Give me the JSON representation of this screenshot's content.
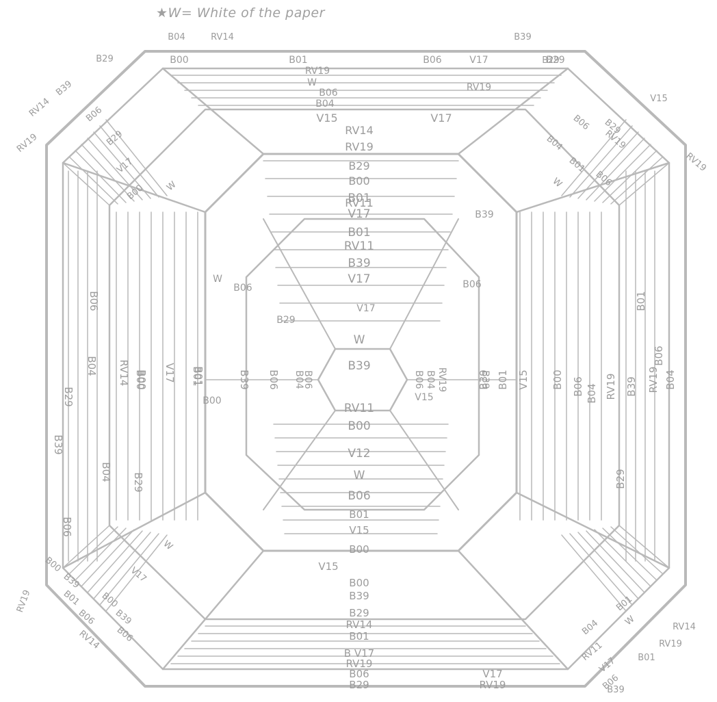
{
  "note": "★W= White of the paper",
  "labels": {
    "table_center": [
      "B01",
      "V17",
      "B01",
      "RV11",
      "B39",
      "V17",
      "W",
      "B39"
    ],
    "crown_top": [
      "B29",
      "B00",
      "RV11",
      "V15",
      "V17",
      "RV14",
      "RV19"
    ],
    "culet": [
      "RV11",
      "B00",
      "V12",
      "W",
      "B06"
    ],
    "bottom_facets": [
      "B01",
      "V15",
      "B00",
      "V15",
      "B00",
      "B39",
      "B29",
      "RV14",
      "B01",
      "B V17",
      "RV19",
      "B06",
      "B29",
      "V17",
      "RV19"
    ],
    "left_facets": [
      "B39",
      "B06",
      "B01",
      "B00",
      "B04",
      "RV14",
      "B00",
      "V17",
      "B01",
      "B39",
      "B06",
      "B04",
      "B29",
      "B06",
      "B29"
    ],
    "right_facets": [
      "B39",
      "B01",
      "V15",
      "B00",
      "B06",
      "B04",
      "RV19",
      "B39",
      "RV19",
      "B04",
      "B06",
      "B01",
      "B29"
    ],
    "corner_tl": [
      "B04",
      "RV14",
      "B29",
      "B39",
      "RV14",
      "RV19",
      "B06",
      "B29",
      "V17",
      "B00",
      "W"
    ],
    "corner_tr": [
      "B39",
      "B29",
      "V15",
      "RV19",
      "B29",
      "RV19",
      "B06",
      "B04",
      "B01",
      "B06",
      "W"
    ],
    "corner_bl": [
      "RV19",
      "B00",
      "B39",
      "B01",
      "B06",
      "RV14",
      "B00",
      "B39",
      "B06",
      "V17",
      "W"
    ],
    "corner_br": [
      "RV14",
      "RV19",
      "B01",
      "B39",
      "B04",
      "B01",
      "W",
      "RV11",
      "V17",
      "B06"
    ],
    "top_edge": [
      "B00",
      "B01",
      "B06",
      "V17",
      "B29",
      "RV19",
      "W",
      "B06",
      "B04",
      "RV19"
    ],
    "pavilion_mid": [
      "W",
      "B06",
      "B29",
      "V17",
      "B06",
      "B04",
      "B06",
      "B39",
      "B04",
      "RV19",
      "B06",
      "B39",
      "V15",
      "B00"
    ]
  },
  "colors": {
    "line": "#b9b9b9",
    "label": "#9c9c9c"
  }
}
